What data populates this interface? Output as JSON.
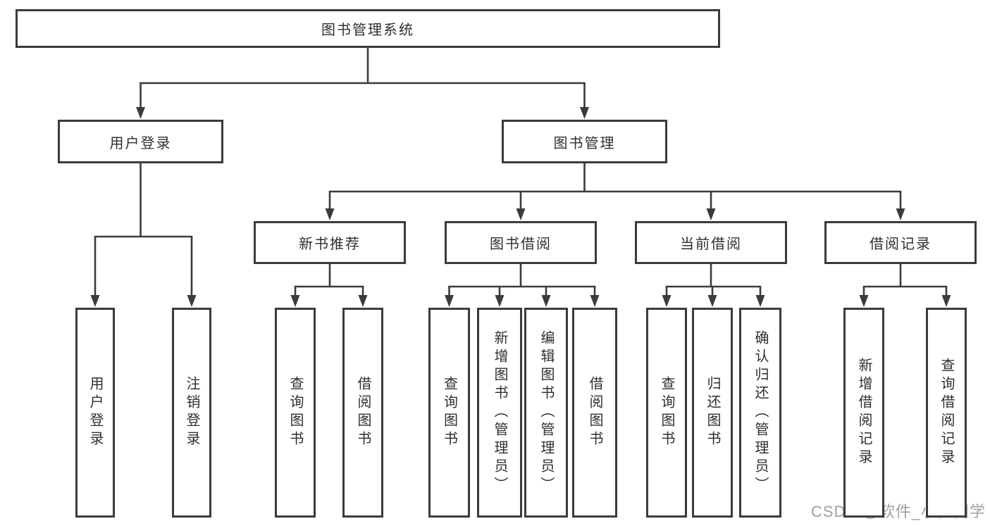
{
  "diagram": {
    "type": "tree",
    "title": "图书管理系统",
    "watermark": "CSDN @软件_小贺同学",
    "colors": {
      "line": "#3b3b3b",
      "box_border": "#3b3b3b",
      "box_fill": "#ffffff",
      "text": "#2f2f2f",
      "watermark": "#a0a0a0",
      "background": "#ffffff"
    },
    "nodes": [
      {
        "id": "root",
        "label": "图书管理系统",
        "level": 1,
        "orientation": "horizontal"
      },
      {
        "id": "login",
        "label": "用户登录",
        "level": 2,
        "orientation": "horizontal"
      },
      {
        "id": "bookmgmt",
        "label": "图书管理",
        "level": 2,
        "orientation": "horizontal"
      },
      {
        "id": "newbook",
        "label": "新书推荐",
        "level": 3,
        "orientation": "horizontal"
      },
      {
        "id": "borrow",
        "label": "图书借阅",
        "level": 3,
        "orientation": "horizontal"
      },
      {
        "id": "current",
        "label": "当前借阅",
        "level": 3,
        "orientation": "horizontal"
      },
      {
        "id": "records",
        "label": "借阅记录",
        "level": 3,
        "orientation": "horizontal"
      },
      {
        "id": "login-user",
        "label": "用户登录",
        "level": 4,
        "orientation": "vertical"
      },
      {
        "id": "login-logout",
        "label": "注销登录",
        "level": 4,
        "orientation": "vertical"
      },
      {
        "id": "newbook-query",
        "label": "查询图书",
        "level": 4,
        "orientation": "vertical"
      },
      {
        "id": "newbook-borrow",
        "label": "借阅图书",
        "level": 4,
        "orientation": "vertical"
      },
      {
        "id": "borrow-query",
        "label": "查询图书",
        "level": 4,
        "orientation": "vertical"
      },
      {
        "id": "borrow-add",
        "label": "新增图书（管理员）",
        "level": 4,
        "orientation": "vertical"
      },
      {
        "id": "borrow-edit",
        "label": "编辑图书（管理员）",
        "level": 4,
        "orientation": "vertical"
      },
      {
        "id": "borrow-borrow",
        "label": "借阅图书",
        "level": 4,
        "orientation": "vertical"
      },
      {
        "id": "current-query",
        "label": "查询图书",
        "level": 4,
        "orientation": "vertical"
      },
      {
        "id": "current-return",
        "label": "归还图书",
        "level": 4,
        "orientation": "vertical"
      },
      {
        "id": "current-confirm",
        "label": "确认归还（管理员）",
        "level": 4,
        "orientation": "vertical"
      },
      {
        "id": "records-add",
        "label": "新增借阅记录",
        "level": 4,
        "orientation": "vertical"
      },
      {
        "id": "records-query",
        "label": "查询借阅记录",
        "level": 4,
        "orientation": "vertical"
      }
    ],
    "edges": [
      [
        "root",
        "login"
      ],
      [
        "root",
        "bookmgmt"
      ],
      [
        "login",
        "login-user"
      ],
      [
        "login",
        "login-logout"
      ],
      [
        "bookmgmt",
        "newbook"
      ],
      [
        "bookmgmt",
        "borrow"
      ],
      [
        "bookmgmt",
        "current"
      ],
      [
        "bookmgmt",
        "records"
      ],
      [
        "newbook",
        "newbook-query"
      ],
      [
        "newbook",
        "newbook-borrow"
      ],
      [
        "borrow",
        "borrow-query"
      ],
      [
        "borrow",
        "borrow-add"
      ],
      [
        "borrow",
        "borrow-edit"
      ],
      [
        "borrow",
        "borrow-borrow"
      ],
      [
        "current",
        "current-query"
      ],
      [
        "current",
        "current-return"
      ],
      [
        "current",
        "current-confirm"
      ],
      [
        "records",
        "records-add"
      ],
      [
        "records",
        "records-query"
      ]
    ]
  }
}
